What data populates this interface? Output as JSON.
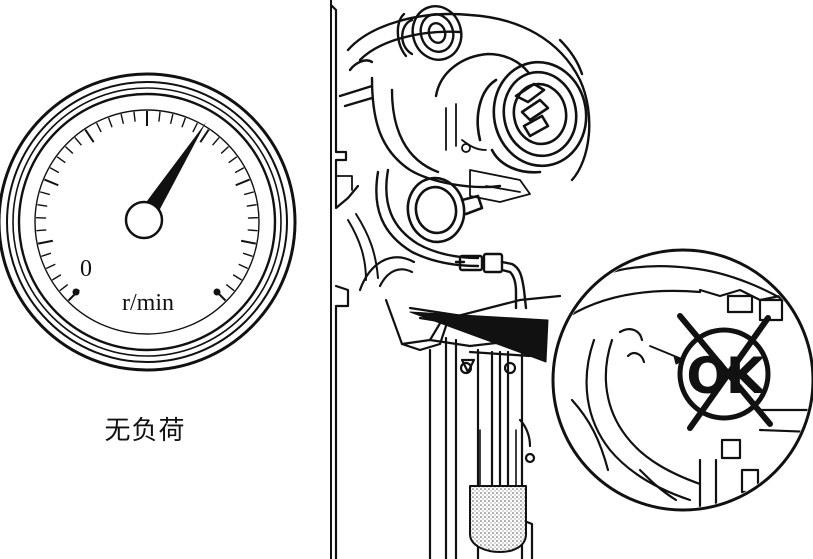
{
  "gauge": {
    "unit_label": "r/min",
    "zero_label": "0",
    "needle_fraction": 0.62
  },
  "caption": "无负荷",
  "inspection_badge": {
    "text": "OK",
    "crossed_out": true
  },
  "colors": {
    "ink": "#111111",
    "paper": "#ffffff",
    "stipple": "#9a9a9a"
  }
}
